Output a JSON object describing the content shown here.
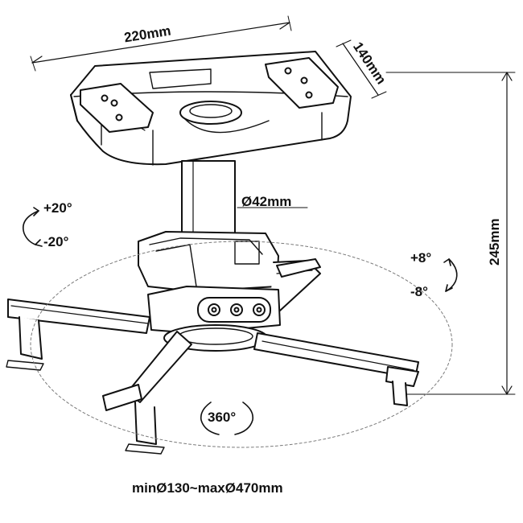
{
  "dimensions": {
    "width": "220mm",
    "depth": "140mm",
    "tube_diameter": "Ø42mm",
    "height": "245mm",
    "arm_span": "minØ130~maxØ470mm"
  },
  "tilt": {
    "up": "+20°",
    "down": "-20°"
  },
  "swivel": {
    "up": "+8°",
    "down": "-8°"
  },
  "rotation": "360°",
  "colors": {
    "line": "#111111",
    "light": "#9a9a9a",
    "background": "#ffffff"
  }
}
